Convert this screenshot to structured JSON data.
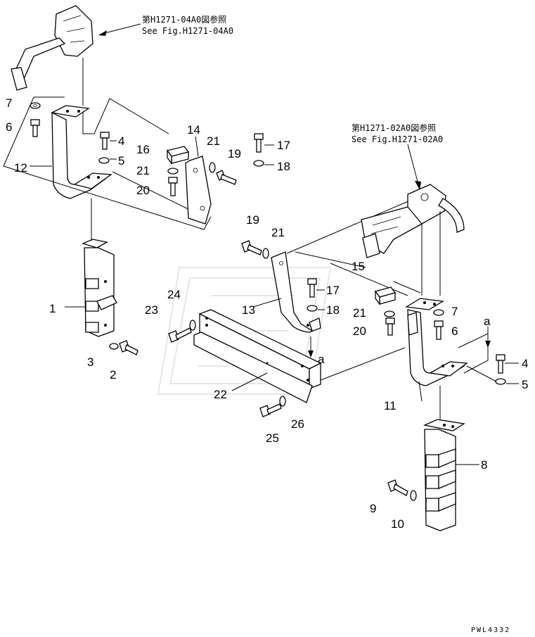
{
  "references": {
    "top_left": {
      "jp": "第H1271-04A0図参照",
      "en": "See Fig.H1271-04A0"
    },
    "top_right": {
      "jp": "第H1271-02A0図参照",
      "en": "See Fig.H1271-02A0"
    }
  },
  "callouts": {
    "c1": "1",
    "c2": "2",
    "c3": "3",
    "c4a": "4",
    "c4b": "4",
    "c5a": "5",
    "c5b": "5",
    "c6a": "6",
    "c6b": "6",
    "c7a": "7",
    "c7b": "7",
    "c8": "8",
    "c9": "9",
    "c10": "10",
    "c11": "11",
    "c12": "12",
    "c13": "13",
    "c14": "14",
    "c15": "15",
    "c16": "16",
    "c17a": "17",
    "c17b": "17",
    "c18a": "18",
    "c18b": "18",
    "c19a": "19",
    "c19b": "19",
    "c20a": "20",
    "c20b": "20",
    "c21a": "21",
    "c21b": "21",
    "c21c": "21",
    "c21d": "21",
    "c22": "22",
    "c23": "23",
    "c24": "24",
    "c25": "25",
    "c26": "26"
  },
  "markers": {
    "a_top": "a",
    "a_center": "a"
  },
  "drawing_code": "PWL4332"
}
